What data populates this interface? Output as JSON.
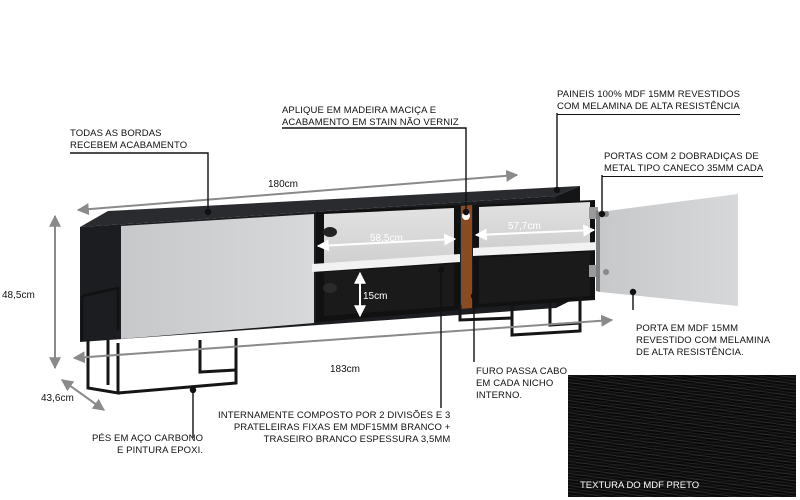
{
  "dimensions": {
    "width_top": "180cm",
    "width_bottom": "183cm",
    "height": "48,5cm",
    "depth": "43,6cm",
    "niche_left_width": "58,5cm",
    "niche_right_width": "57,7cm",
    "shelf_height": "15cm"
  },
  "callouts": {
    "bordas": [
      "TODAS AS BORDAS",
      "RECEBEM ACABAMENTO"
    ],
    "aplique": [
      "APLIQUE EM MADEIRA MACIÇA E",
      "ACABAMENTO EM STAIN NÃO VERNIZ"
    ],
    "paineis": [
      "PAINEIS 100% MDF 15mm REVESTIDOS",
      "COM MELAMINA DE ALTA RESISTÊNCIA"
    ],
    "portas": [
      "PORTAS COM 2 DOBRADIÇAS DE",
      "METAL TIPO CANECO 35mm CADA"
    ],
    "porta": [
      "PORTA EM MDF 15mm",
      "REVESTIDO COM MELAMINA",
      "DE ALTA RESISTÊNCIA."
    ],
    "furo": [
      "FURO PASSA CABO",
      "EM CADA NICHO",
      "INTERNO."
    ],
    "interno": [
      "INTERNAMENTE COMPOSTO POR 2 DIVISÕES E 3",
      "PRATELEIRAS FIXAS EM MDF15mm BRANCO +",
      "TRASEIRO BRANCO ESPESSURA 3,5mm"
    ],
    "pes": [
      "PÉS EM AÇO CARBONO",
      "E PINTURA EPOXI."
    ]
  },
  "swatch": {
    "label": "TEXTURA DO MDF PRETO"
  },
  "colors": {
    "body": "#1c1d20",
    "door": "#c9cbcd",
    "interior": "#d8d8d8",
    "wood": "#8a4a22",
    "dimension_line": "#8a8a8a"
  }
}
